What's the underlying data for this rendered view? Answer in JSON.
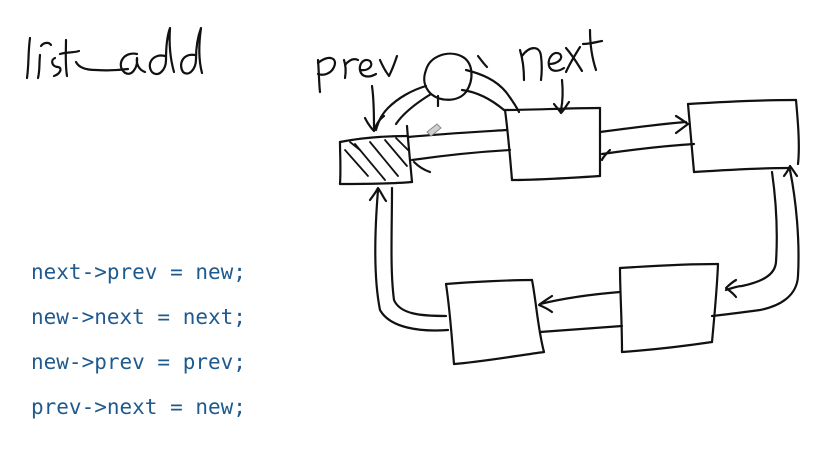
{
  "title": "list_add",
  "labels": {
    "prev": "prev",
    "next": "next"
  },
  "code": [
    "next->prev = new;",
    "new->next = next;",
    "new->prev = prev;",
    "prev->next = new;"
  ],
  "colors": {
    "ink": "#111111",
    "code_text": "#1f5a8f",
    "background": "#ffffff"
  }
}
